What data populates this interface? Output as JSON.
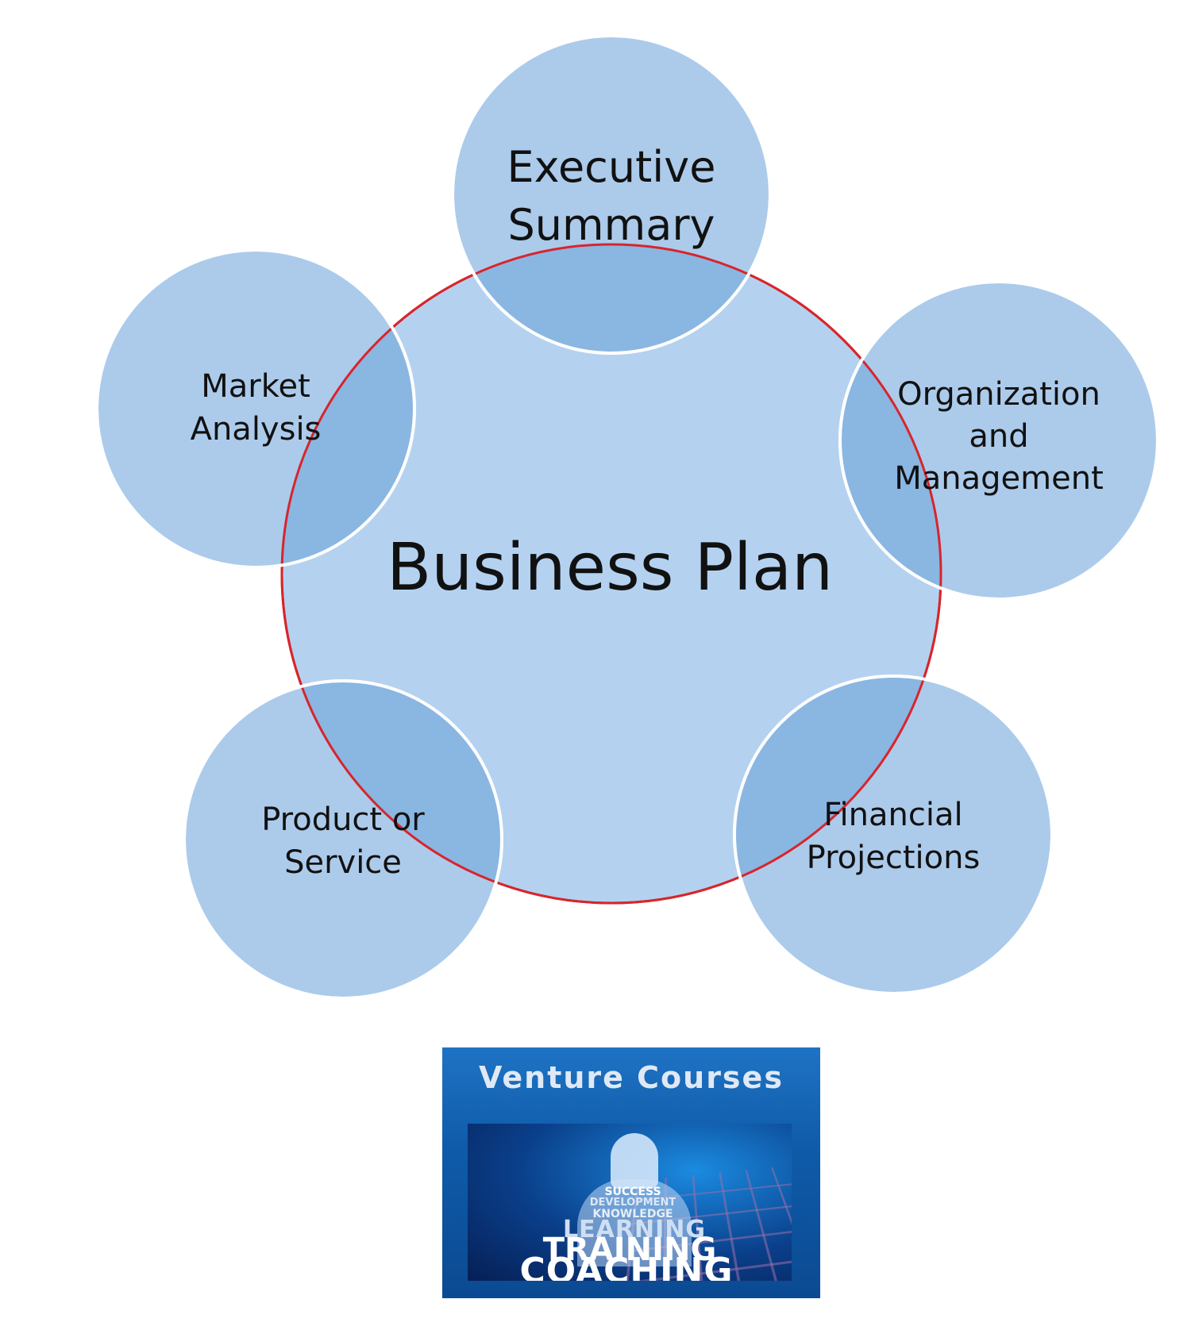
{
  "diagram": {
    "center": {
      "label": "Business Plan"
    },
    "nodes": [
      {
        "id": "executive-summary",
        "lines": [
          "Executive",
          "Summary"
        ]
      },
      {
        "id": "organization-management",
        "lines": [
          "Organization",
          "and",
          "Management"
        ]
      },
      {
        "id": "financial-projections",
        "lines": [
          "Financial",
          "Projections"
        ]
      },
      {
        "id": "product-service",
        "lines": [
          "Product or",
          "Service"
        ]
      },
      {
        "id": "market-analysis",
        "lines": [
          "Market",
          "Analysis"
        ]
      }
    ],
    "colors": {
      "node_fill": "#a8c8ea",
      "center_fill": "#b4d2f0",
      "overlap_fill": "#8ab6e2",
      "center_outline": "#d8252b",
      "node_outline": "#ffffff"
    }
  },
  "logo": {
    "title": "Venture Courses",
    "words": {
      "success": "SUCCESS",
      "development": "DEVELOPMENT",
      "knowledge": "KNOWLEDGE",
      "learning": "LEARNING",
      "training": "TRAINING",
      "coaching": "COACHING"
    }
  }
}
